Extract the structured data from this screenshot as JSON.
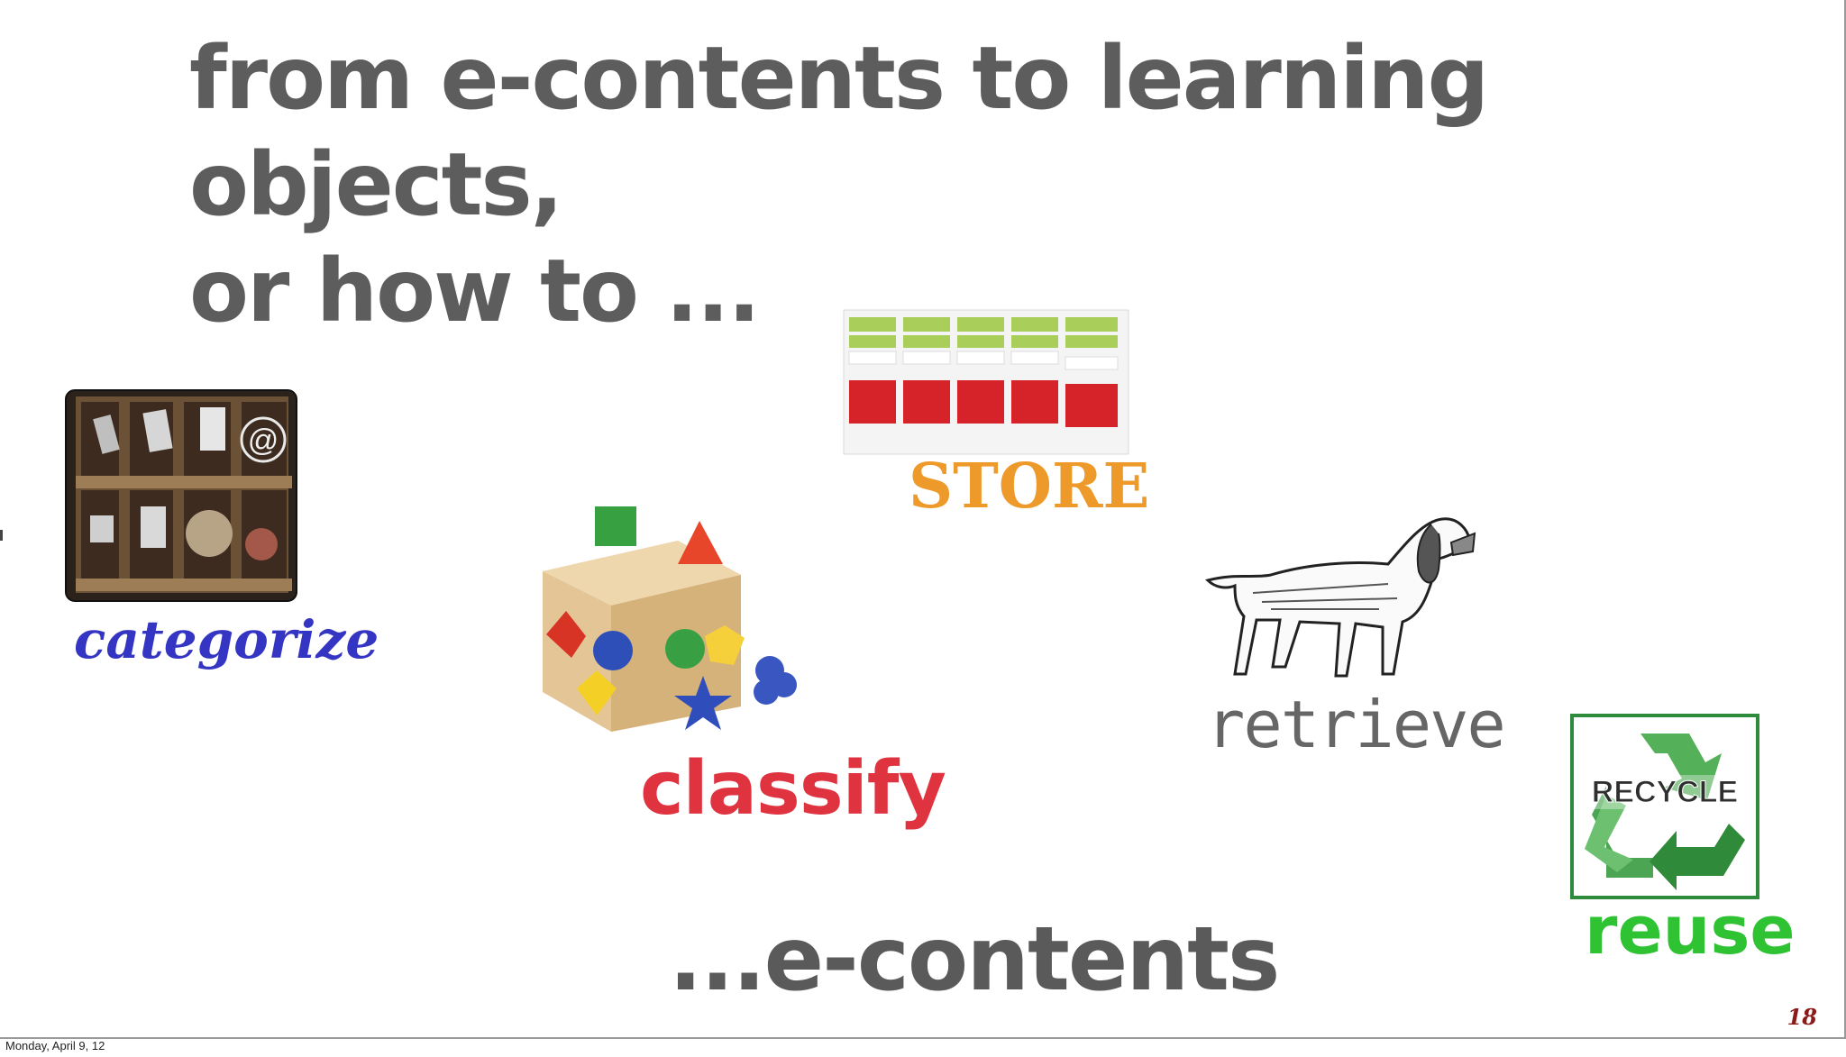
{
  "slide": {
    "title_lines": [
      "from e-contents to learning objects,",
      "or how to ..."
    ],
    "words": {
      "store": "STORE",
      "categorize": "categorize",
      "classify": "classify",
      "retrieve": "retrieve",
      "reuse": "reuse",
      "econtents": "...e-contents"
    },
    "recycle_sign": "RECYCLE",
    "at_sign": "@",
    "page_number": "18"
  },
  "footer": {
    "date": "Monday, April 9, 12"
  },
  "colors": {
    "title": "#5d5d5d",
    "store": "#ee9a2a",
    "categorize": "#3535c4",
    "classify": "#e03340",
    "retrieve": "#666666",
    "reuse": "#2fc233",
    "page_number": "#8b1b1b"
  },
  "icons": [
    "pigeonhole-shelf-photo",
    "storage-shelf-unit",
    "shape-sorter-toy",
    "retriever-dog-drawing",
    "recycle-icon"
  ]
}
